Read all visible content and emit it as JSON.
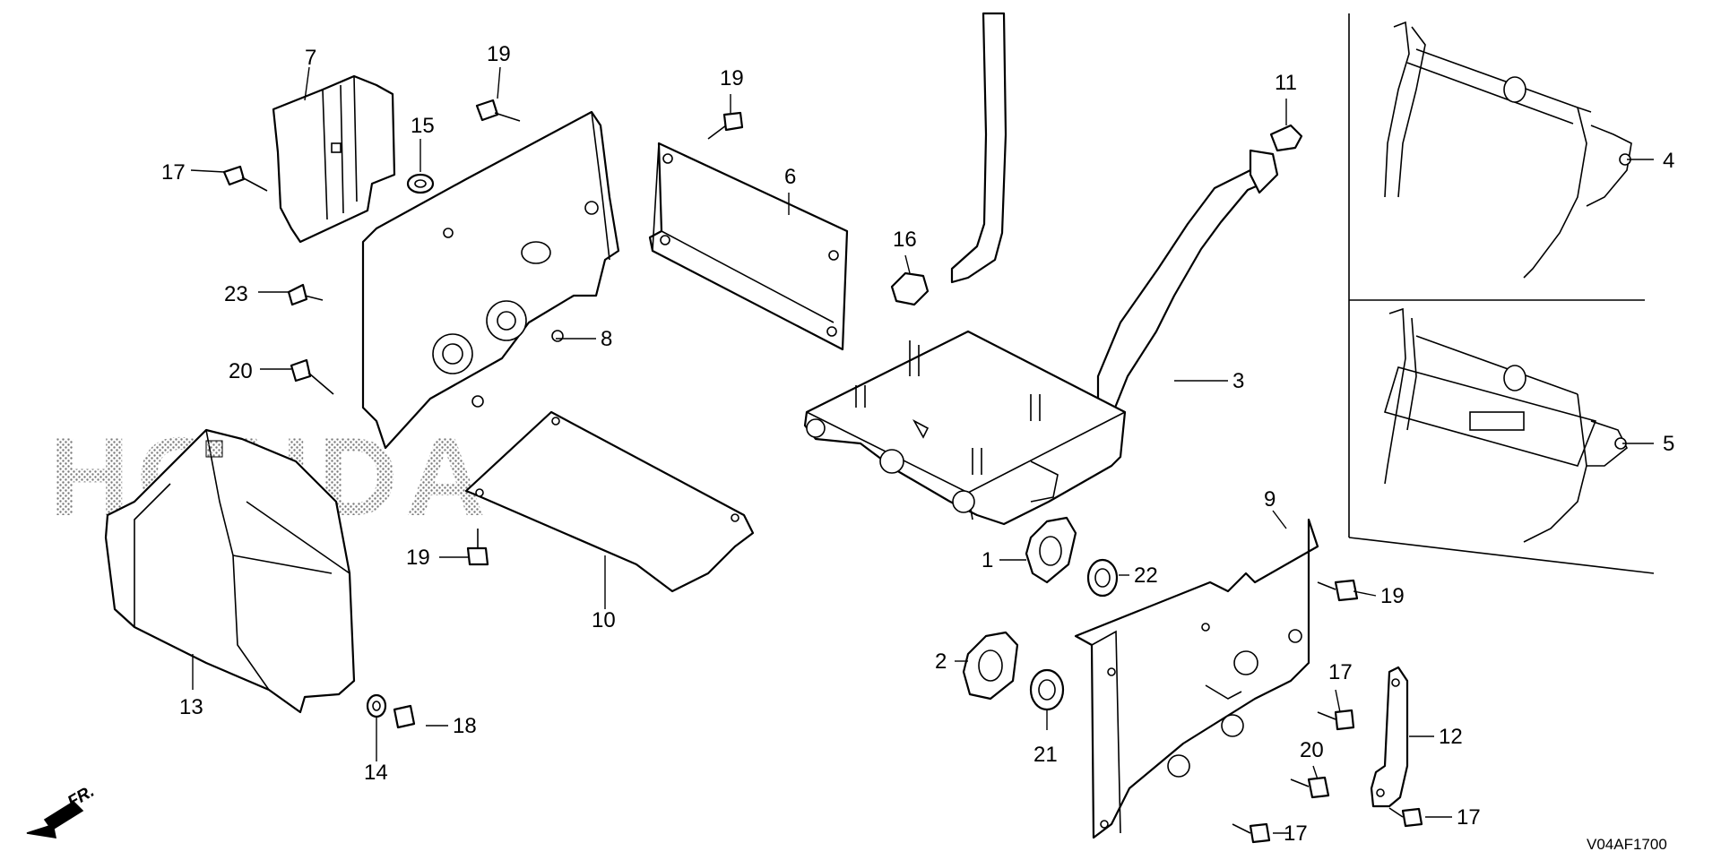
{
  "diagram": {
    "watermark": "HONDA",
    "direction_label": "FR.",
    "drawing_code": "V04AF1700",
    "callouts": [
      {
        "id": "c1",
        "text": "1"
      },
      {
        "id": "c2",
        "text": "2"
      },
      {
        "id": "c3",
        "text": "3"
      },
      {
        "id": "c4",
        "text": "4"
      },
      {
        "id": "c5",
        "text": "5"
      },
      {
        "id": "c6",
        "text": "6"
      },
      {
        "id": "c7",
        "text": "7"
      },
      {
        "id": "c8",
        "text": "8"
      },
      {
        "id": "c9",
        "text": "9"
      },
      {
        "id": "c10",
        "text": "10"
      },
      {
        "id": "c11",
        "text": "11"
      },
      {
        "id": "c12",
        "text": "12"
      },
      {
        "id": "c13",
        "text": "13"
      },
      {
        "id": "c14",
        "text": "14"
      },
      {
        "id": "c15",
        "text": "15"
      },
      {
        "id": "c16",
        "text": "16"
      },
      {
        "id": "c17a",
        "text": "17"
      },
      {
        "id": "c17b",
        "text": "17"
      },
      {
        "id": "c17c",
        "text": "17"
      },
      {
        "id": "c17d",
        "text": "17"
      },
      {
        "id": "c18",
        "text": "18"
      },
      {
        "id": "c19a",
        "text": "19"
      },
      {
        "id": "c19b",
        "text": "19"
      },
      {
        "id": "c19c",
        "text": "19"
      },
      {
        "id": "c19d",
        "text": "19"
      },
      {
        "id": "c20a",
        "text": "20"
      },
      {
        "id": "c20b",
        "text": "20"
      },
      {
        "id": "c21",
        "text": "21"
      },
      {
        "id": "c22",
        "text": "22"
      },
      {
        "id": "c23",
        "text": "23"
      }
    ]
  }
}
